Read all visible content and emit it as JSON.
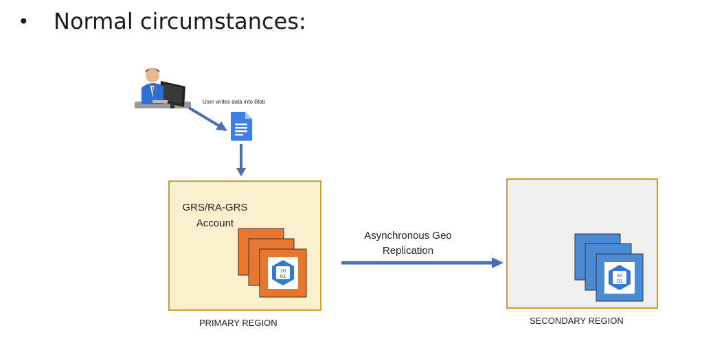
{
  "heading": {
    "bullet": "•",
    "text": "Normal circumstances:"
  },
  "user": {
    "caption": "User writes data into Blob",
    "icon": "user-computer-icon"
  },
  "document": {
    "icon": "document-icon",
    "color": "#3d7ee8"
  },
  "primary": {
    "account_label": "GRS/RA-GRS Account",
    "caption": "PRIMARY REGION",
    "fill": "#fbf0cd",
    "stack_color": "#e8762c",
    "icon": "blob-storage-icon"
  },
  "replication": {
    "label": "Asynchronous Geo Replication",
    "arrow_color": "#4a6db5"
  },
  "secondary": {
    "caption": "SECONDARY REGION",
    "fill": "#efefef",
    "stack_color": "#4d8ad4",
    "icon": "blob-storage-icon"
  },
  "blob_icon_text": [
    "10",
    "01"
  ]
}
